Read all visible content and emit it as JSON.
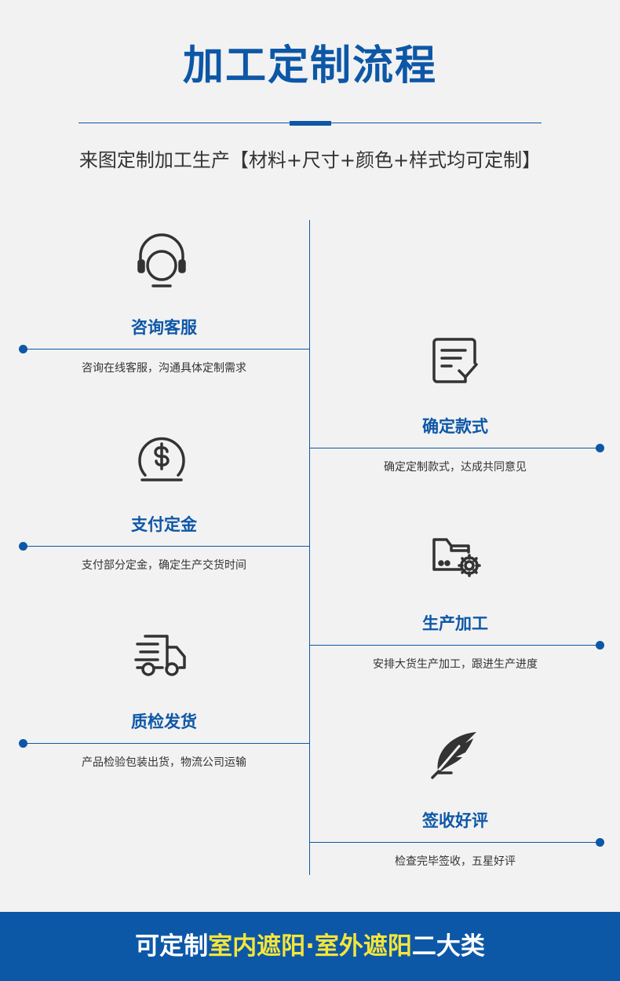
{
  "header": {
    "title": "加工定制流程",
    "subtitle": "来图定制加工生产【材料+尺寸+颜色+样式均可定制】"
  },
  "steps": [
    {
      "title": "咨询客服",
      "desc": "咨询在线客服，沟通具体定制需求",
      "icon": "headset-icon"
    },
    {
      "title": "确定款式",
      "desc": "确定定制款式，达成共同意见",
      "icon": "checklist-icon"
    },
    {
      "title": "支付定金",
      "desc": "支付部分定金，确定生产交货时间",
      "icon": "coin-icon"
    },
    {
      "title": "生产加工",
      "desc": "安排大货生产加工，跟进生产进度",
      "icon": "folder-gear-icon"
    },
    {
      "title": "质检发货",
      "desc": "产品检验包装出货，物流公司运输",
      "icon": "delivery-truck-icon"
    },
    {
      "title": "签收好评",
      "desc": "检查完毕签收，五星好评",
      "icon": "feather-icon"
    }
  ],
  "banner": {
    "prefix": "可定制",
    "highlight_1": "室内遮阳",
    "separator": "·",
    "highlight_2": "室外遮阳",
    "suffix": "二大类"
  },
  "colors": {
    "brand_blue": "#0d57a7",
    "highlight_yellow": "#f4e53b",
    "background": "#f2f2f2",
    "icon_dark": "#333333"
  }
}
